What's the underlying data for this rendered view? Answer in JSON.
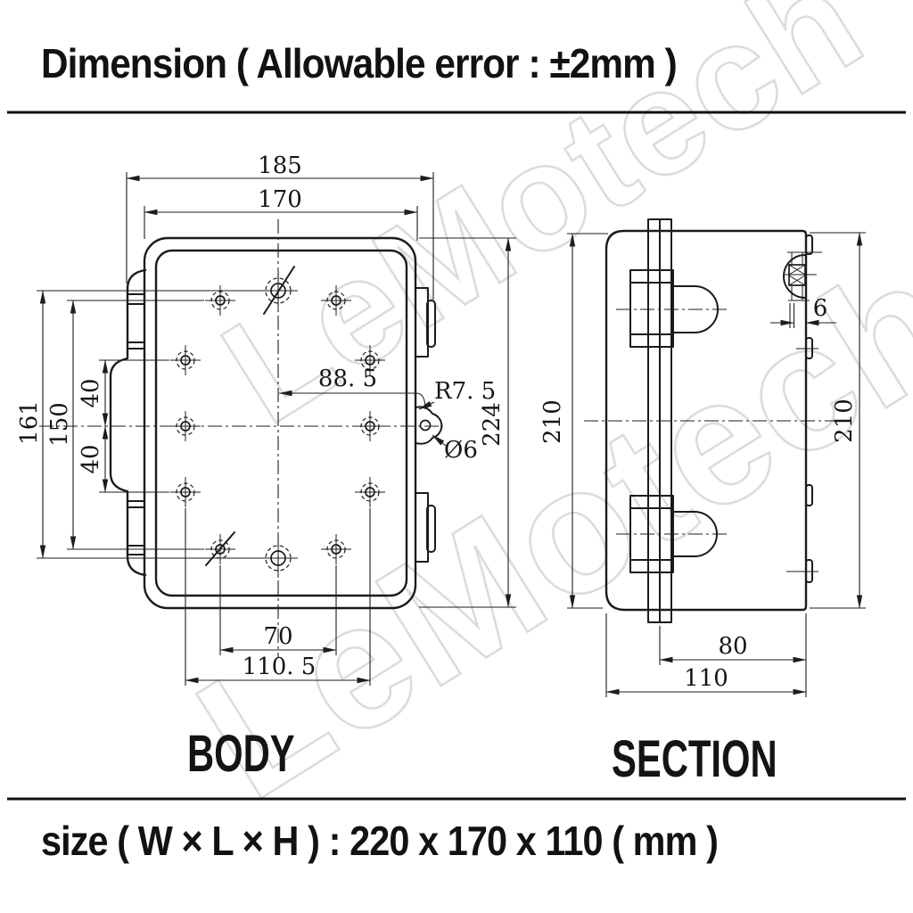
{
  "title": "Dimension ( Allowable error : ±2mm )",
  "footer_size": "size ( W × L × H ) : 220 x 170 x 110 ( mm )",
  "watermark": "LeMotech",
  "colors": {
    "line": "#1b1b1b",
    "watermark": "#dcdcdc",
    "background": "#ffffff"
  },
  "body_view": {
    "label": "BODY",
    "dim_width_outer": "185",
    "dim_width_inner": "170",
    "dim_height_left_outer": "161",
    "dim_height_left_inner": "150",
    "dim_hole_pitch_upper": "40",
    "dim_hole_pitch_lower": "40",
    "dim_ear_offset": "88. 5",
    "dim_ear_radius": "R7. 5",
    "dim_ear_hole": "Ø6",
    "dim_height_right": "224",
    "dim_bottom_inner": "70",
    "dim_bottom_outer": "110. 5"
  },
  "section_view": {
    "label": "SECTION",
    "dim_height_left": "210",
    "dim_height_right": "210",
    "dim_ear_thickness": "6",
    "dim_depth_inner": "80",
    "dim_depth_outer": "110"
  }
}
